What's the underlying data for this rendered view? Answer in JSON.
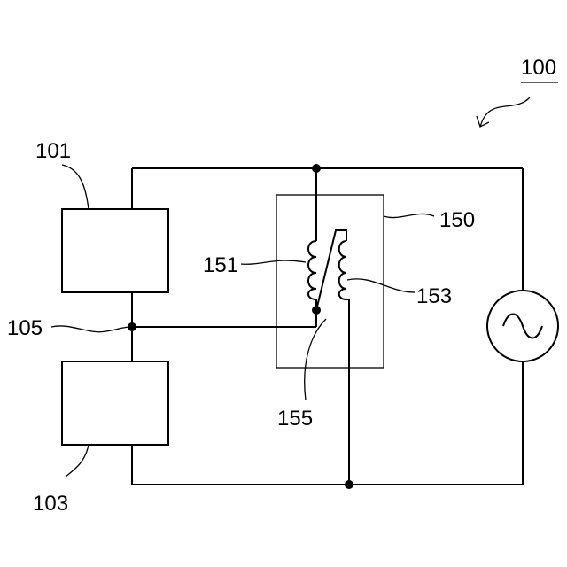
{
  "labels": {
    "system": "100",
    "block_top": "101",
    "block_bottom": "103",
    "node": "105",
    "transformer": "150",
    "primary_coil": "151",
    "secondary_coil": "153",
    "tap_node": "155"
  },
  "icons": {
    "ac_source": "ac-source-symbol",
    "arrow": "curved-arrow"
  },
  "colors": {
    "line": "#000000",
    "background": "#ffffff"
  }
}
